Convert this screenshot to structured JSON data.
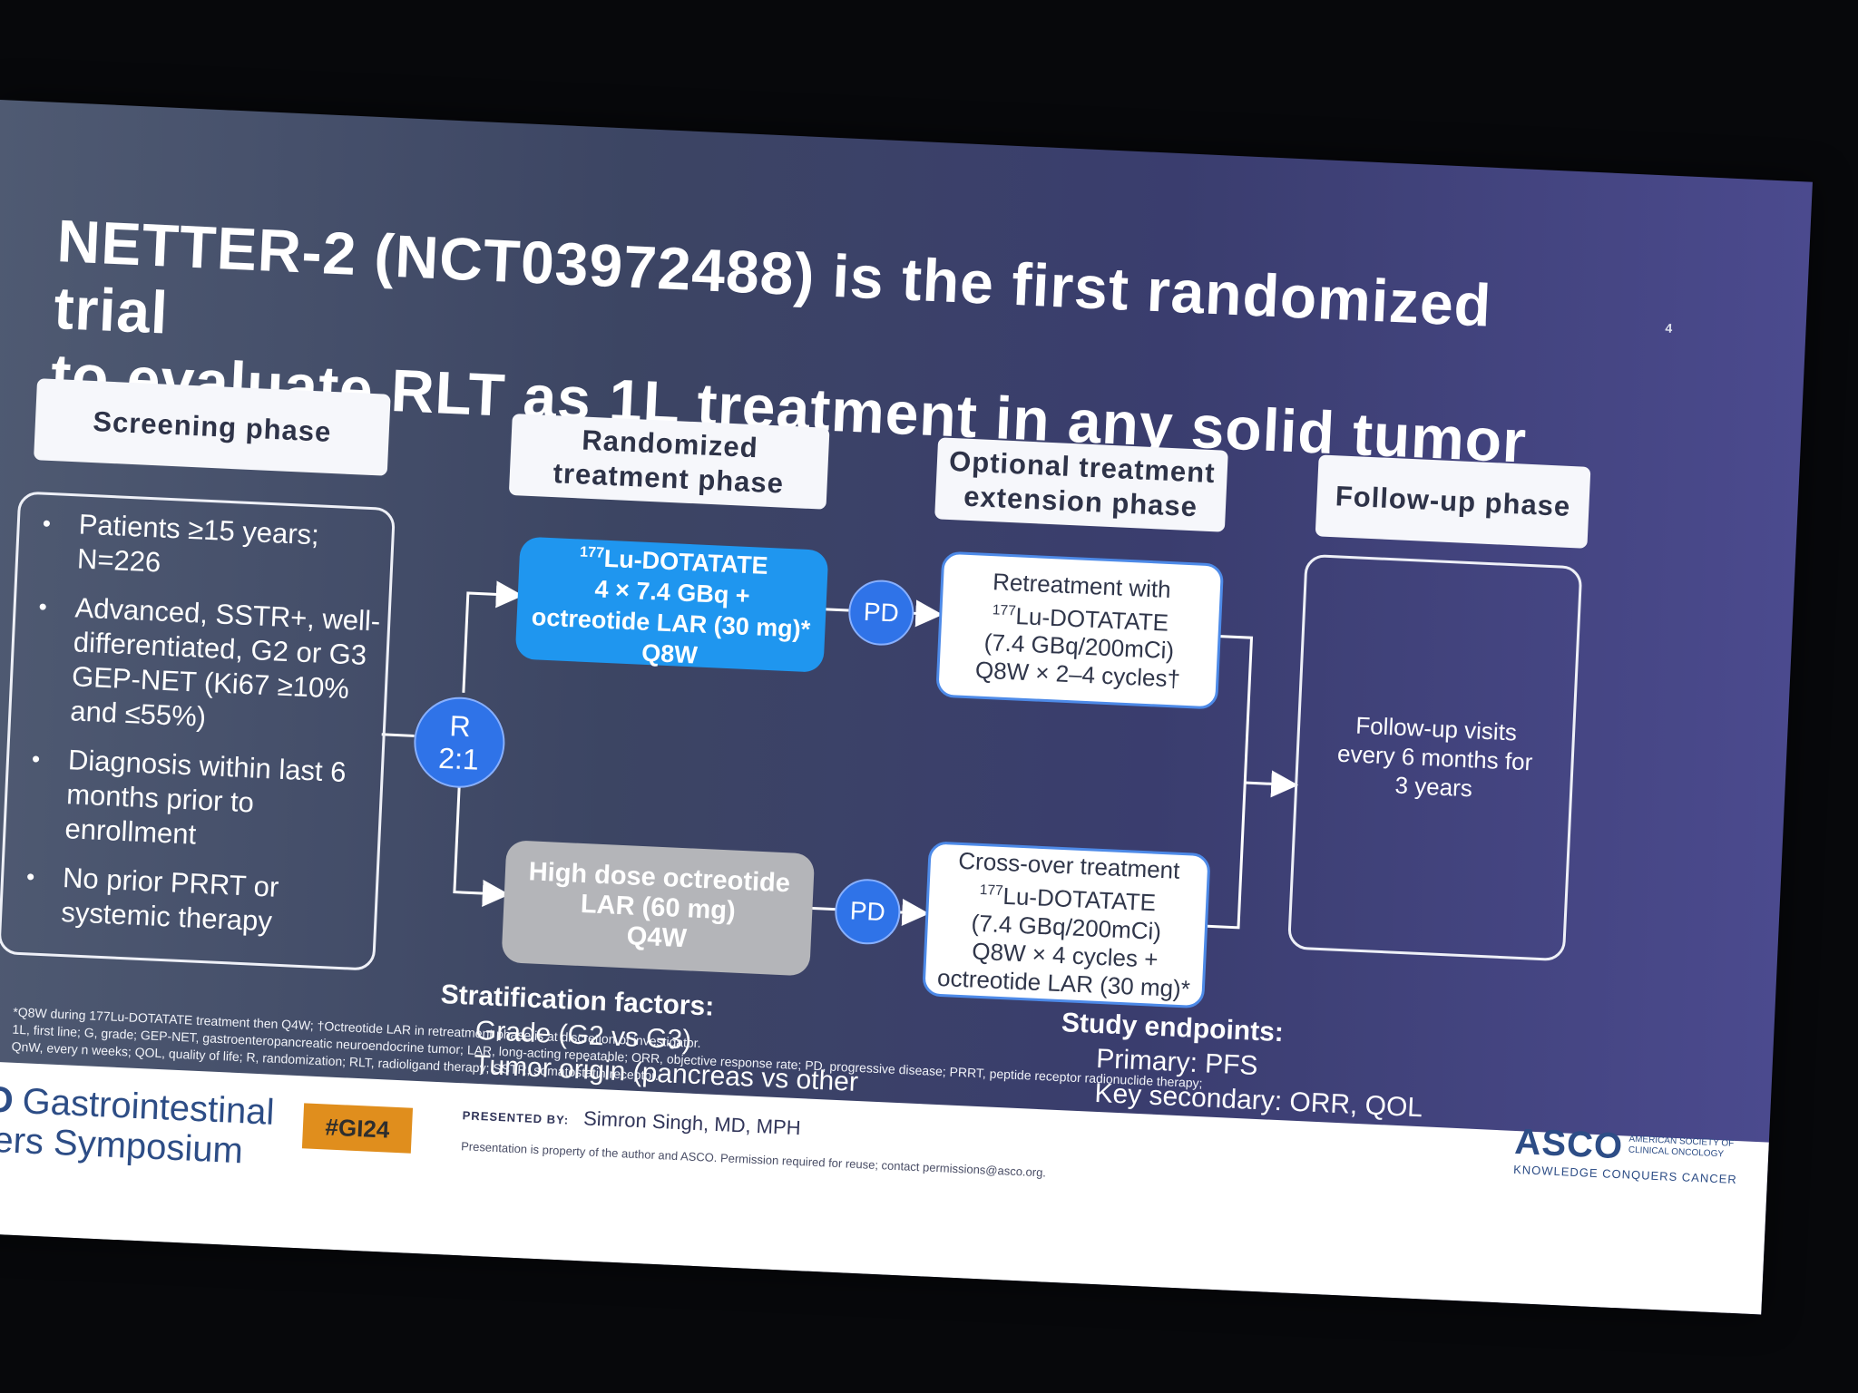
{
  "slide_number": "4",
  "title_line1": "NETTER-2 (NCT03972488) is the first randomized trial",
  "title_line2": "to evaluate RLT as 1L treatment in any solid tumor",
  "phases": {
    "screening": "Screening phase",
    "randomized": "Randomized treatment phase",
    "optional": "Optional treatment extension phase",
    "followup": "Follow-up phase"
  },
  "screening_criteria": [
    "Patients ≥15 years; N=226",
    "Advanced, SSTR+, well-differentiated, G2 or G3 GEP-NET (Ki67 ≥10% and ≤55%)",
    "Diagnosis within last 6 months prior to enrollment",
    "No prior PRRT or systemic therapy"
  ],
  "randomization": {
    "letter": "R",
    "ratio": "2:1"
  },
  "arm_lu": {
    "isotope": "177",
    "drug": "Lu-DOTATATE",
    "dose": "4 × 7.4 GBq +",
    "combo": "octreotide LAR (30 mg)*",
    "schedule": "Q8W"
  },
  "arm_octreotide": {
    "line1": "High dose octreotide",
    "line2": "LAR (60 mg)",
    "line3": "Q4W"
  },
  "pd_label": "PD",
  "retreatment": {
    "line1": "Retreatment with",
    "isotope": "177",
    "drug": "Lu-DOTATATE",
    "line3": "(7.4 GBq/200mCi)",
    "line4": "Q8W × 2–4 cycles†"
  },
  "crossover": {
    "line1": "Cross-over treatment",
    "isotope": "177",
    "drug": "Lu-DOTATATE",
    "line3": "(7.4 GBq/200mCi)",
    "line4": "Q8W × 4 cycles +",
    "line5": "octreotide LAR (30 mg)*"
  },
  "followup_text": "Follow-up visits every 6 months for 3 years",
  "stratification": {
    "heading": "Stratification factors:",
    "items": [
      "Grade (G2 vs G3)",
      "Tumor origin (pancreas vs other origin)"
    ]
  },
  "endpoints": {
    "heading": "Study endpoints:",
    "items": [
      "Primary: PFS",
      "Key secondary: ORR, QOL"
    ]
  },
  "footnotes": [
    "*Q8W during 177Lu-DOTATATE treatment then Q4W; †Octreotide LAR in retreatment phase is at discretion of investigator.",
    "1L, first line; G, grade; GEP-NET, gastroenteropancreatic neuroendocrine tumor; LAR, long-acting repeatable; ORR, objective response rate; PD, progressive disease; PRRT, peptide receptor radionuclide therapy;",
    "QnW, every n weeks; QOL, quality of life; R, randomization; RLT, radioligand therapy; SSTR, somatostatin receptor."
  ],
  "footer": {
    "symposium_line1_prefix": "SCO",
    "symposium_line1_rest": "Gastrointestinal",
    "symposium_line2": "ancers Symposium",
    "hashtag": "#GI24",
    "presented_by_label": "PRESENTED BY:",
    "presenter": "Simron Singh, MD, MPH",
    "property_notice": "Presentation is property of the author and ASCO. Permission required for reuse; contact permissions@asco.org.",
    "asco": "ASCO",
    "society_line1": "AMERICAN SOCIETY OF",
    "society_line2": "CLINICAL ONCOLOGY",
    "tagline": "KNOWLEDGE CONQUERS CANCER"
  },
  "colors": {
    "arm_blue": "#1f96ef",
    "arm_gray": "#b4b5b9",
    "pd_circle": "#2f73e8",
    "hashtag_bg": "#e08e1d"
  }
}
